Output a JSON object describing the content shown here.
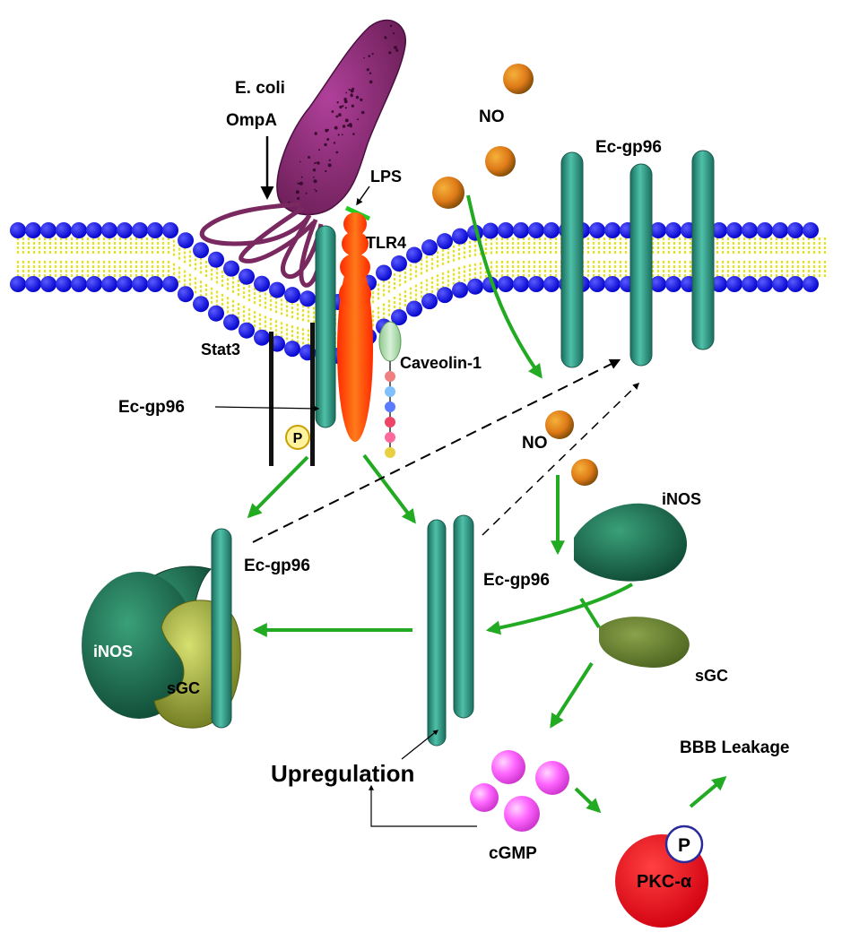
{
  "labels": {
    "ecoli": "E. coli",
    "ompa": "OmpA",
    "no_top": "NO",
    "no_mid": "NO",
    "lps": "LPS",
    "tlr4": "TLR4",
    "ecgp96_top": "Ec-gp96",
    "stat3": "Stat3",
    "caveolin": "Caveolin-1",
    "ecgp96_left_pointer": "Ec-gp96",
    "phospho_p_small": "P",
    "ecgp96_left_cluster": "Ec-gp96",
    "inos_left": "iNOS",
    "sgc_left": "sGC",
    "ecgp96_center": "Ec-gp96",
    "inos_right": "iNOS",
    "sgc_right": "sGC",
    "upregulation": "Upregulation",
    "cgmp": "cGMP",
    "bbb_leakage": "BBB Leakage",
    "pkc": "PKC-α",
    "phospho_p_pkc": "P"
  },
  "colors": {
    "membrane_head": "#1a1aff",
    "membrane_tail": "#e6e600",
    "gp96": "#2e9a85",
    "ecoli_body": "#8b2a73",
    "ompa": "#7a2860",
    "tlr4": "#ff4a10",
    "arrow_green": "#22aa22",
    "no_molecule": "#e0801a",
    "inos": "#1e6a4e",
    "sgc": "#6f8a3a",
    "cgmp": "#ff66ff",
    "pkc": "#ee1c24"
  }
}
